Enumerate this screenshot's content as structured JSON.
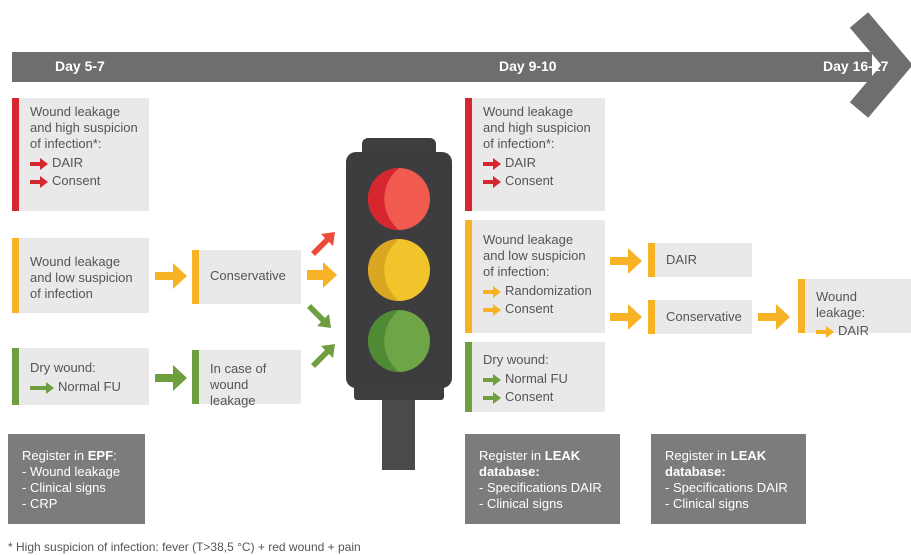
{
  "timeline": {
    "day1": "Day 5-7",
    "day2": "Day 9-10",
    "day3": "Day 16-17"
  },
  "col1": {
    "red": {
      "l1": "Wound leakage",
      "l2": "and high suspicion",
      "l3": "of infection*:",
      "a1": "DAIR",
      "a2": "Consent"
    },
    "yellow": {
      "l1": "Wound leakage",
      "l2": "and low suspicion",
      "l3": "of infection"
    },
    "green": {
      "l1": "Dry wound:",
      "a1": "Normal FU"
    }
  },
  "col2": {
    "yellow": {
      "l1": "Conservative"
    },
    "green": {
      "l1": "In case of",
      "l2": "wound leakage"
    }
  },
  "col3": {
    "red": {
      "l1": "Wound leakage",
      "l2": "and high suspicion",
      "l3": "of infection*:",
      "a1": "DAIR",
      "a2": "Consent"
    },
    "yellow": {
      "l1": "Wound leakage",
      "l2": "and low suspicion",
      "l3": "of infection:",
      "a1": "Randomization",
      "a2": "Consent"
    },
    "green": {
      "l1": "Dry wound:",
      "a1": "Normal FU",
      "a2": "Consent"
    }
  },
  "col4": {
    "dair": "DAIR",
    "conservative": "Conservative"
  },
  "col5": {
    "l1": "Wound leakage:",
    "a1": "DAIR"
  },
  "register1": {
    "pre": "Register in ",
    "bold": "EPF",
    "colon": ":",
    "items": [
      "- Wound leakage",
      "- Clinical signs",
      "- CRP"
    ]
  },
  "register2": {
    "pre": "Register in ",
    "bold1": "LEAK",
    "bold2": "database:",
    "items": [
      "- Specifications DAIR",
      "- Clinical signs"
    ]
  },
  "register3": {
    "pre": "Register in ",
    "bold1": "LEAK",
    "bold2": "database:",
    "items": [
      "- Specifications DAIR",
      "- Clinical signs"
    ]
  },
  "footnote": "* High suspicion of infection: fever (T>38,5 °C) + red wound + pain",
  "colors": {
    "red": "#d6262f",
    "yellow": "#f7b325",
    "green": "#6e9e3f",
    "timeline": "#6d6e70",
    "light_red": "#f05a4f",
    "light_yellow": "#f2c42b",
    "light_green": "#6ea547"
  },
  "icons": [
    "timeline-arrow-icon",
    "arrow-right-icon",
    "traffic-light-icon"
  ]
}
